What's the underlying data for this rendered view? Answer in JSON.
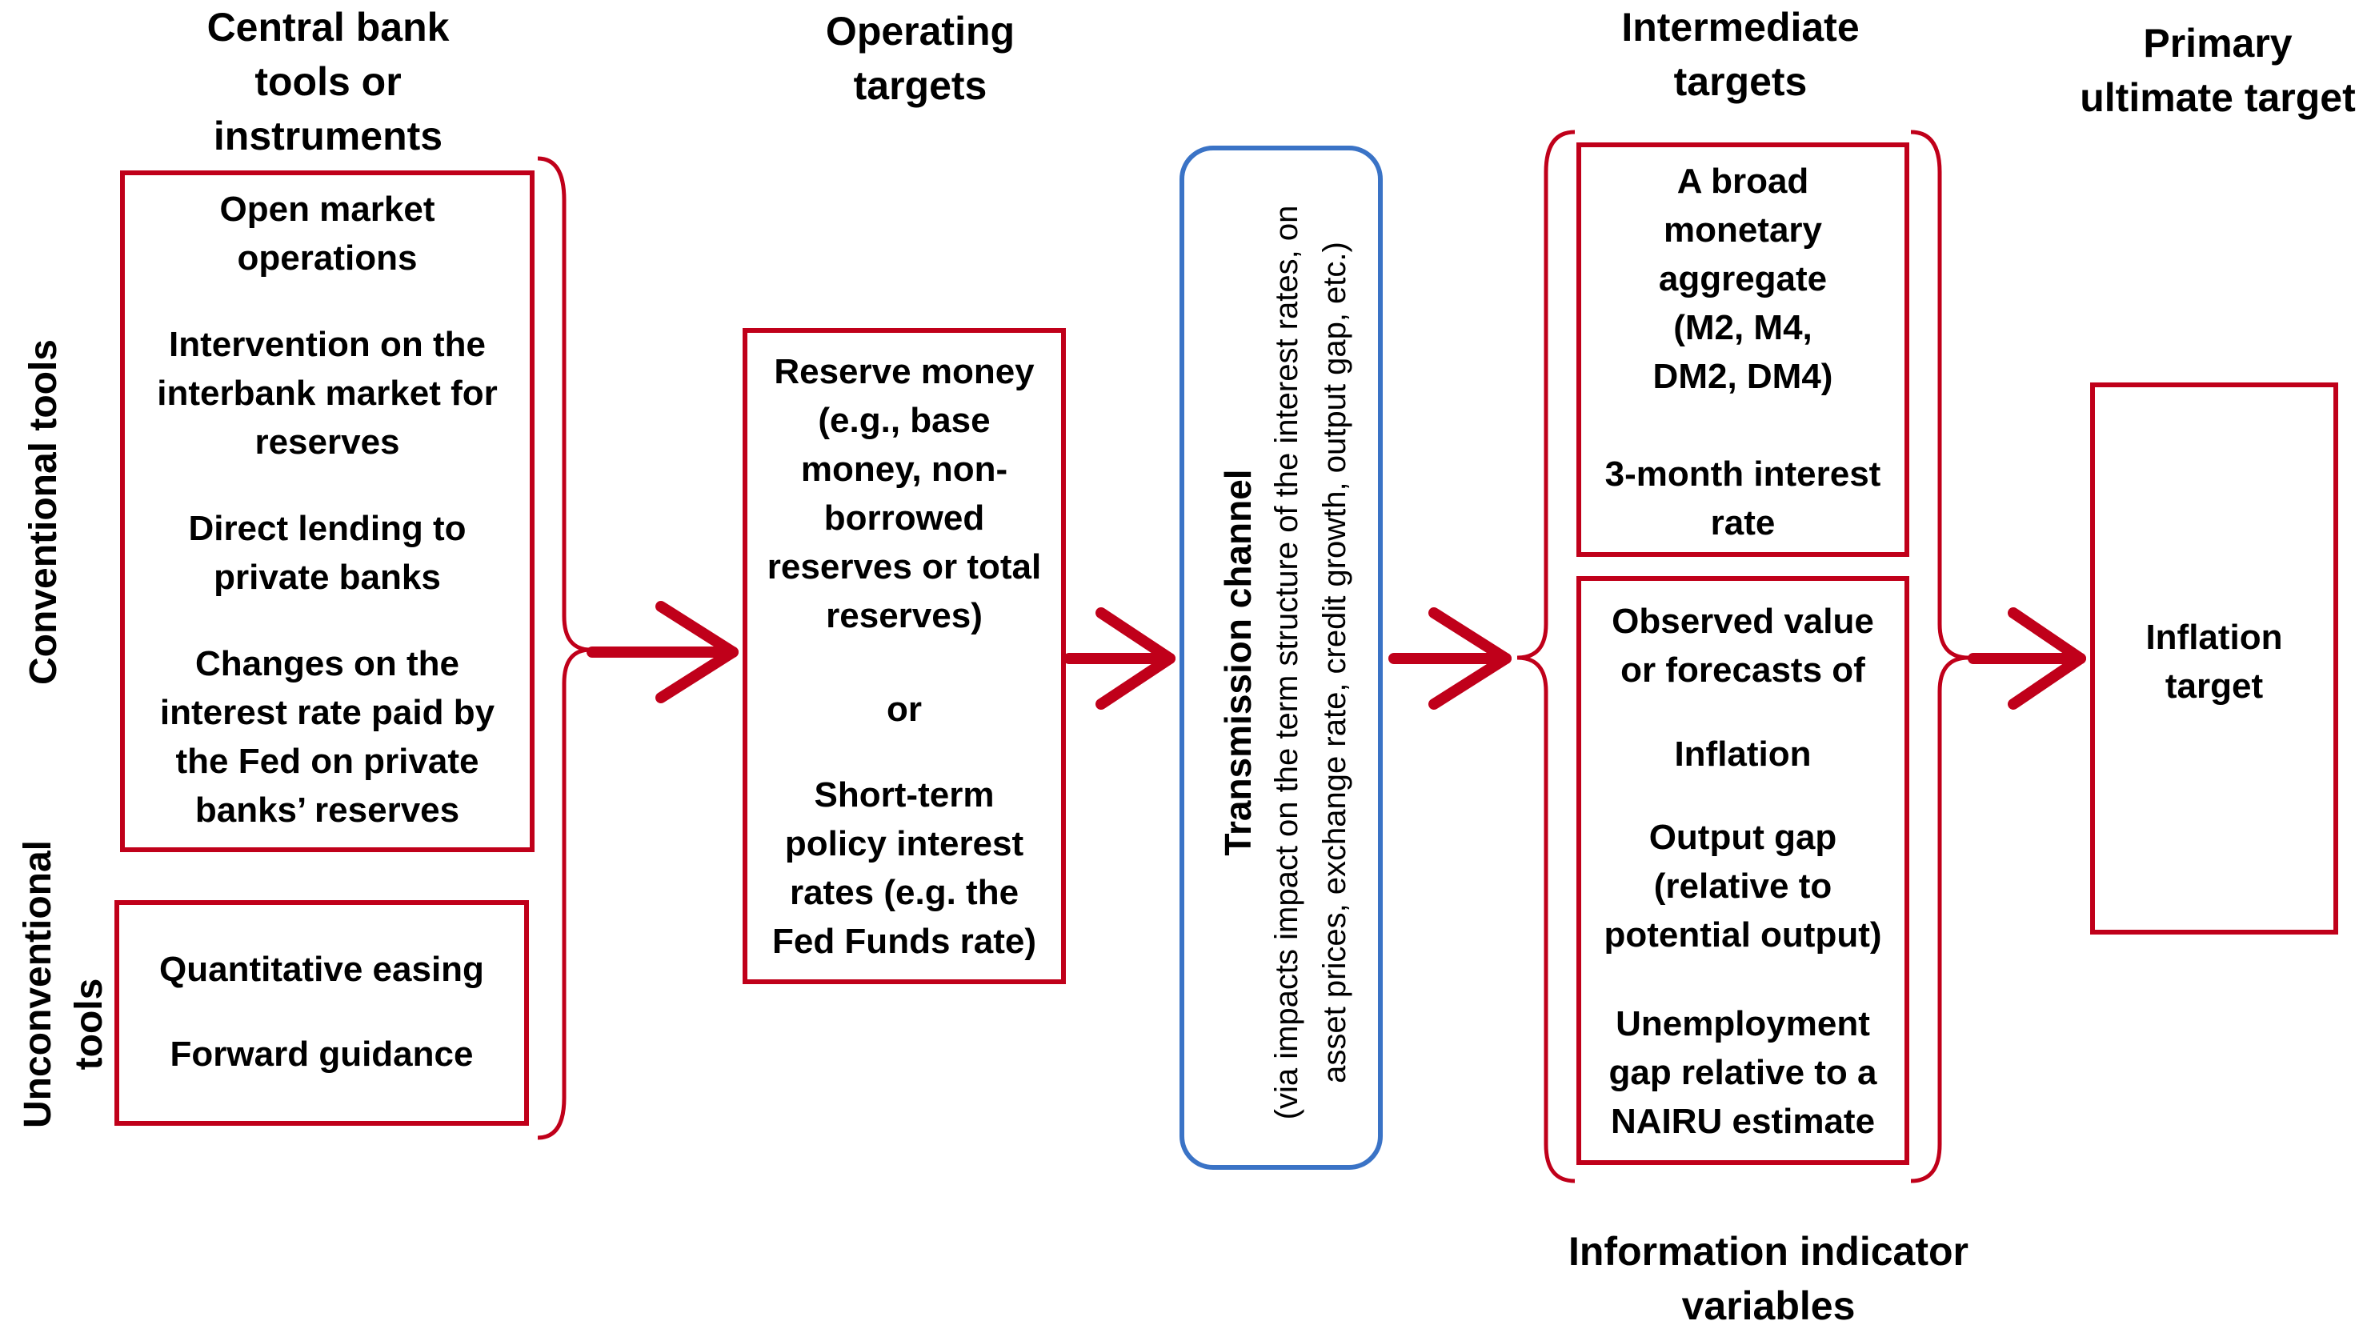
{
  "headers": {
    "tools": "Central bank tools or instruments",
    "operating": "Operating targets",
    "intermediate": "Intermediate targets",
    "primary": "Primary ultimate target",
    "info": "Information indicator variables"
  },
  "side_labels": {
    "conventional": "Conventional tools",
    "unconventional": "Unconventional tools"
  },
  "conventional_tools": {
    "item1": "Open market operations",
    "item2": "Intervention on the interbank market for reserves",
    "item3": "Direct lending to private banks",
    "item4": "Changes on the interest rate paid by the Fed on private banks’ reserves"
  },
  "unconventional_tools": {
    "item1": "Quantitative easing",
    "item2": "Forward guidance"
  },
  "operating_targets": {
    "item1": "Reserve money (e.g., base money, non-borrowed reserves or total reserves)",
    "or": "or",
    "item2": "Short-term policy interest rates (e.g. the Fed Funds rate)"
  },
  "transmission": {
    "title": "Transmission channel",
    "subtitle": "(via impacts impact on the term structure of the interest rates, on asset prices, exchange rate, credit growth, output gap, etc.)"
  },
  "intermediate_targets": {
    "item1": "A broad monetary aggregate (M2, M4, DM2, DM4)",
    "item2": "3-month interest rate"
  },
  "information_indicators": {
    "item1": "Observed value or forecasts of",
    "item2": "Inflation",
    "item3": "Output gap (relative to potential output)",
    "item4": "Unemployment gap relative to a NAIRU estimate"
  },
  "ultimate_target": {
    "label": "Inflation target"
  },
  "colors": {
    "box_border": "#c0001a",
    "arrow": "#c0001a",
    "brace": "#c0001a",
    "transmission_border": "#3a73c6"
  }
}
